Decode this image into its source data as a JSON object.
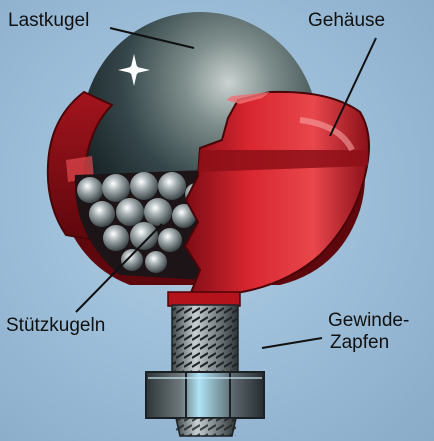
{
  "labels": {
    "load_ball": "Lastkugel",
    "housing": "Gehäuse",
    "support_balls": "Stützkugeln",
    "threaded_pin_line1": "Gewinde-",
    "threaded_pin_line2": "Zapfen"
  },
  "colors": {
    "background": "#9dbfda",
    "housing_red": "#c8202a",
    "ball_dark": "#2b3a3a",
    "steel": "#9aa3a8",
    "nut_blue": "#8fd0f0",
    "leader_line": "#111111"
  }
}
